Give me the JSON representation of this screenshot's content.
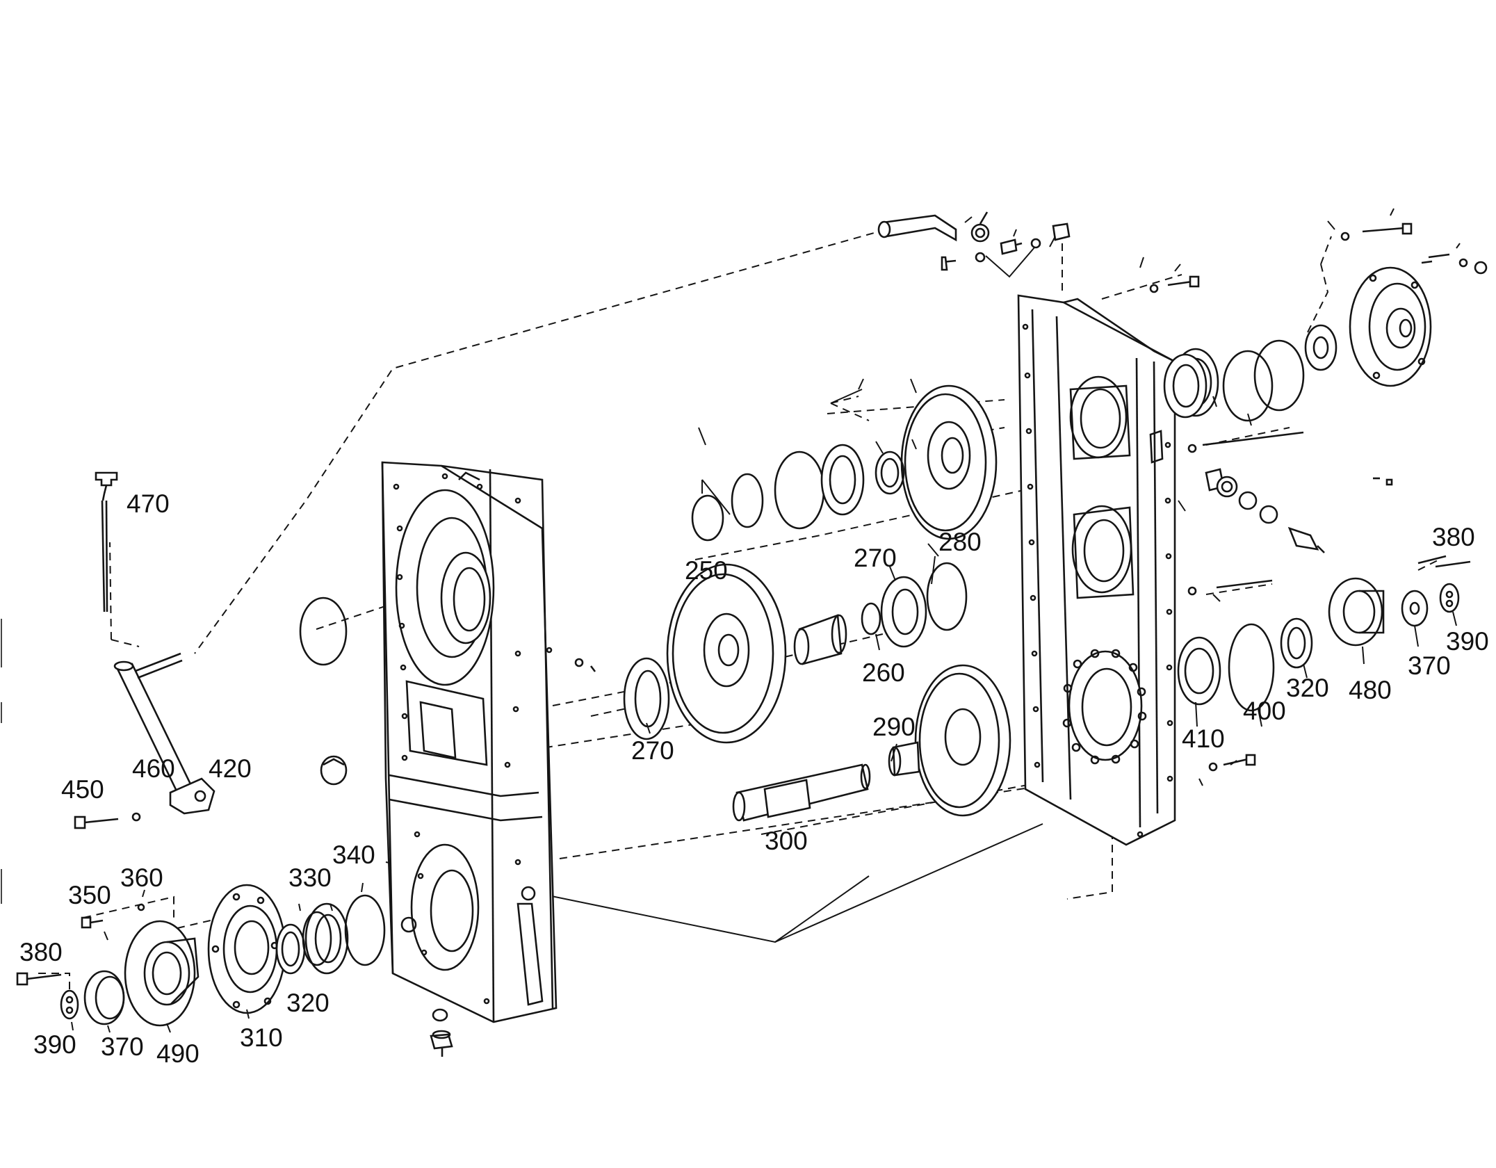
{
  "diagram": {
    "type": "exploded-parts-view",
    "labels": {
      "l470": "470",
      "l420": "420",
      "l460": "460",
      "l450": "450",
      "l350": "350",
      "l360": "360",
      "l380a": "380",
      "l390a": "390",
      "l370a": "370",
      "l490": "490",
      "l310": "310",
      "l320a": "320",
      "l330": "330",
      "l340": "340",
      "l250": "250",
      "l270a": "270",
      "l270b": "270",
      "l260": "260",
      "l280": "280",
      "l290": "290",
      "l300": "300",
      "l410": "410",
      "l400": "400",
      "l320b": "320",
      "l480": "480",
      "l370b": "370",
      "l390b": "390",
      "l380b": "380"
    }
  }
}
